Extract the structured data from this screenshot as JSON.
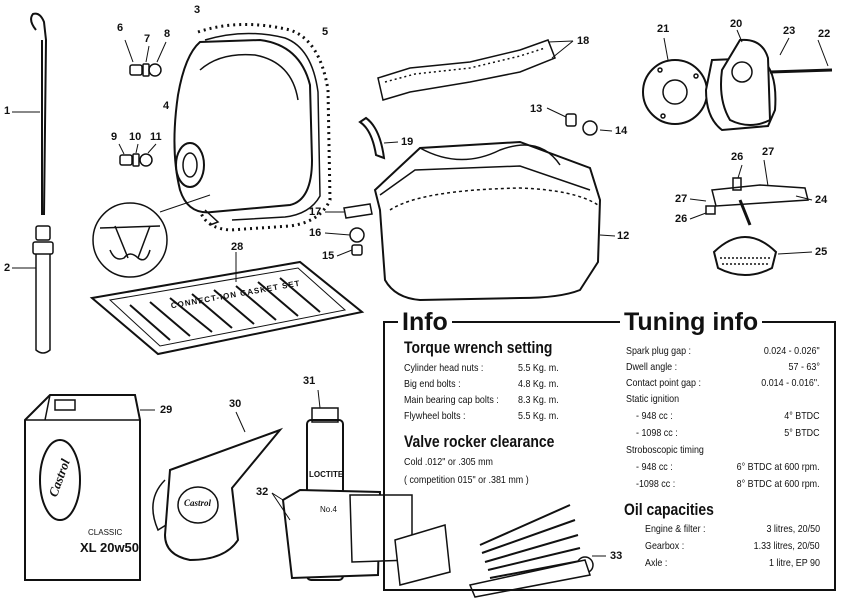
{
  "callouts": [
    "1",
    "2",
    "3",
    "4",
    "5",
    "6",
    "7",
    "8",
    "9",
    "10",
    "11",
    "12",
    "13",
    "14",
    "15",
    "16",
    "17",
    "18",
    "19",
    "20",
    "21",
    "22",
    "23",
    "24",
    "25",
    "26",
    "26",
    "27",
    "27",
    "28",
    "29",
    "30",
    "31",
    "32",
    "33"
  ],
  "info": {
    "title": "Info",
    "torque_title": "Torque wrench setting",
    "torque": [
      {
        "label": "Cylinder head nuts :",
        "value": "5.5 Kg. m."
      },
      {
        "label": "Big end bolts :",
        "value": "4.8 Kg. m."
      },
      {
        "label": "Main bearing cap bolts :",
        "value": "8.3 Kg. m."
      },
      {
        "label": "Flywheel bolts :",
        "value": "5.5 Kg. m."
      }
    ],
    "valve_title": "Valve rocker clearance",
    "valve_cold": "Cold .012\" or .305 mm",
    "valve_comp": "( competition 015\" or .381 mm )"
  },
  "tuning": {
    "title": "Tuning info",
    "rows": [
      {
        "label": "Spark plug gap :",
        "value": "0.024 - 0.026\""
      },
      {
        "label": "Dwell angle :",
        "value": "57 - 63°"
      },
      {
        "label": "Contact point gap :",
        "value": "0.014 - 0.016\"."
      },
      {
        "label": "Static ignition",
        "value": ""
      },
      {
        "label": "- 948 cc :",
        "value": "4° BTDC"
      },
      {
        "label": "- 1098 cc :",
        "value": "5° BTDC"
      },
      {
        "label": "Stroboscopic timing",
        "value": ""
      },
      {
        "label": "- 948 cc :",
        "value": "6° BTDC at 600 rpm."
      },
      {
        "label": "-1098 cc :",
        "value": "8° BTDC at 600 rpm."
      }
    ]
  },
  "oil": {
    "title": "Oil capacities",
    "rows": [
      {
        "label": "Engine & filter :",
        "value": "3 litres, 20/50"
      },
      {
        "label": "Gearbox :",
        "value": "1.33 litres, 20/50"
      },
      {
        "label": "Axle :",
        "value": "1 litre, EP 90"
      }
    ]
  },
  "product_text": {
    "oil_can_brand": "Castrol",
    "oil_can_classic": "CLASSIC",
    "oil_can_grade": "XL 20w50",
    "jug_brand": "Castrol",
    "spray_brand": "LOCTITE",
    "box_text": "No.4",
    "gasket_set_text": "CONNECT-ION GASKET SET"
  }
}
